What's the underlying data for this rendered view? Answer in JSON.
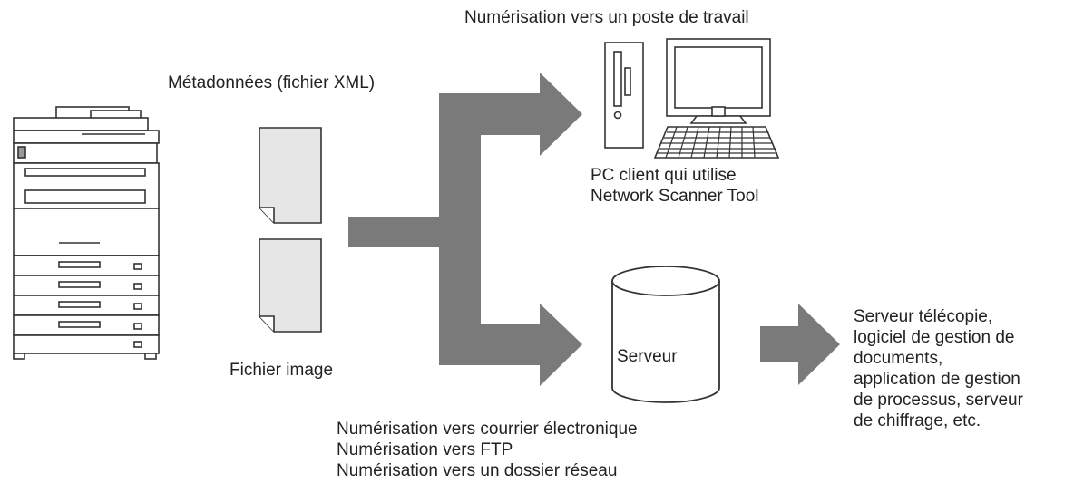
{
  "labels": {
    "scan_to_pc": "Numérisation vers un poste de travail",
    "metadata": "Métadonnées (fichier XML)",
    "client_pc": [
      "PC client qui utilise",
      "Network Scanner Tool"
    ],
    "image_file": "Fichier image",
    "server": "Serveur",
    "scan_methods": [
      "Numérisation vers courrier électronique",
      "Numérisation vers FTP",
      "Numérisation vers un dossier réseau"
    ],
    "destinations": [
      "Serveur télécopie,",
      "logiciel de gestion de",
      "documents,",
      "application de gestion",
      "de processus, serveur",
      "de chiffrage, etc."
    ]
  },
  "colors": {
    "arrow": "#7a7a7a",
    "document_fill": "#e6e6e6",
    "outline": "#333333"
  }
}
